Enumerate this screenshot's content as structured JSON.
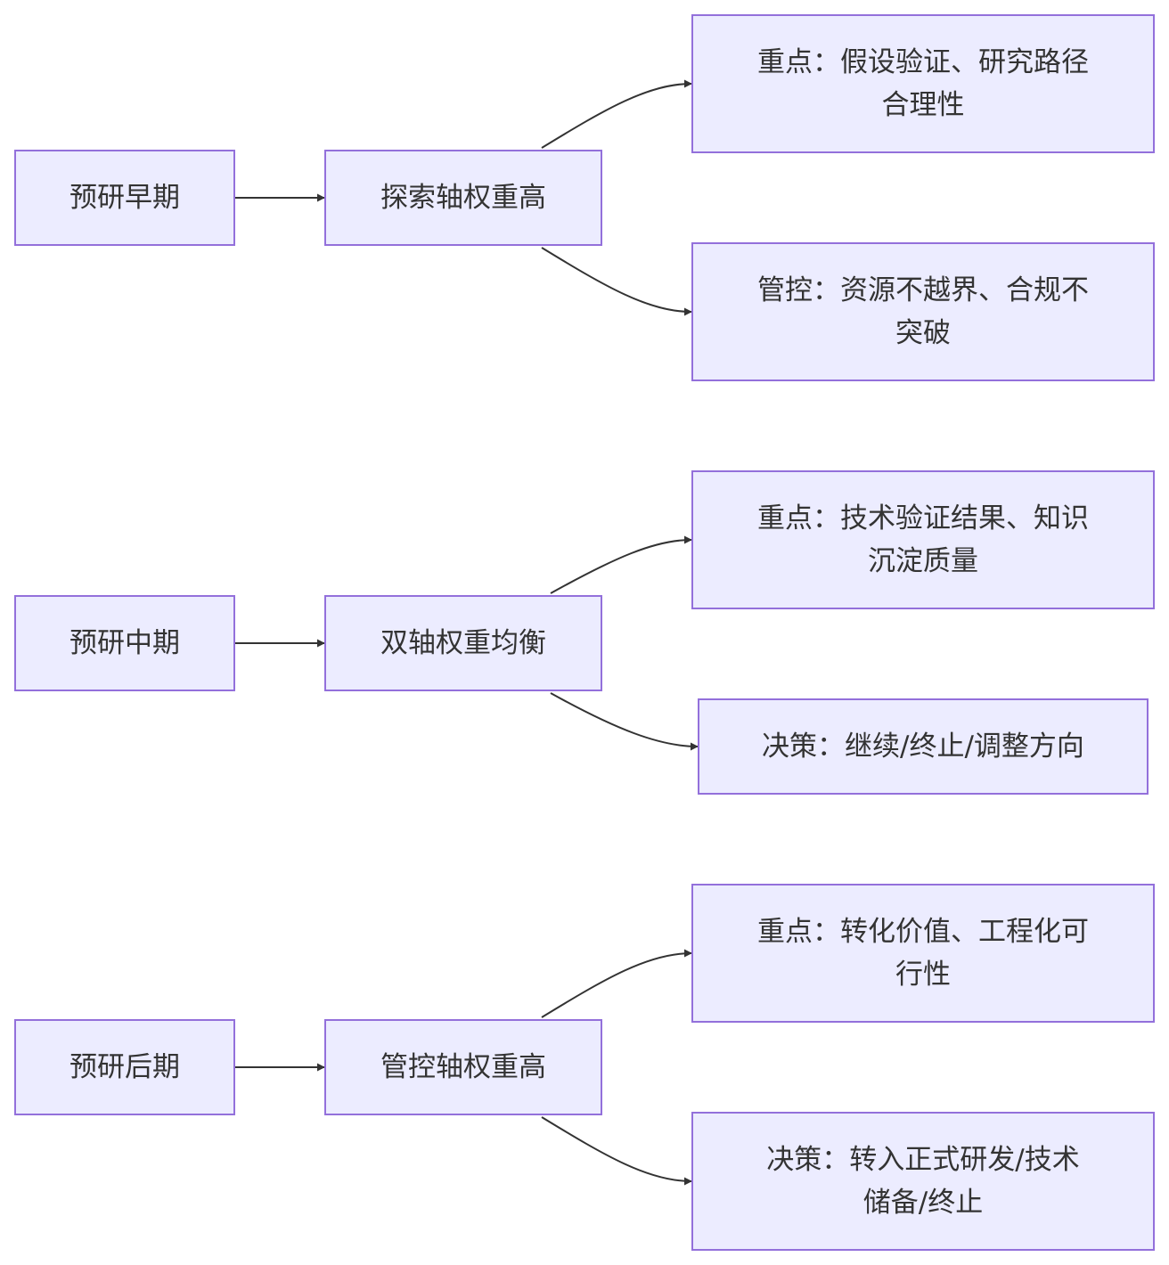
{
  "stages": [
    {
      "stage": "预研早期",
      "weight": "探索轴权重高",
      "focus": [
        "重点：假设验证、研究路径",
        "合理性"
      ],
      "second": [
        "管控：资源不越界、合规不",
        "突破"
      ]
    },
    {
      "stage": "预研中期",
      "weight": "双轴权重均衡",
      "focus": [
        "重点：技术验证结果、知识",
        "沉淀质量"
      ],
      "second": [
        "决策：继续/终止/调整方向"
      ]
    },
    {
      "stage": "预研后期",
      "weight": "管控轴权重高",
      "focus": [
        "重点：转化价值、工程化可",
        "行性"
      ],
      "second": [
        "决策：转入正式研发/技术",
        "储备/终止"
      ]
    }
  ],
  "colors": {
    "node_fill": "#ececff",
    "node_border": "#9370db",
    "edge": "#333333",
    "text": "#333333"
  }
}
